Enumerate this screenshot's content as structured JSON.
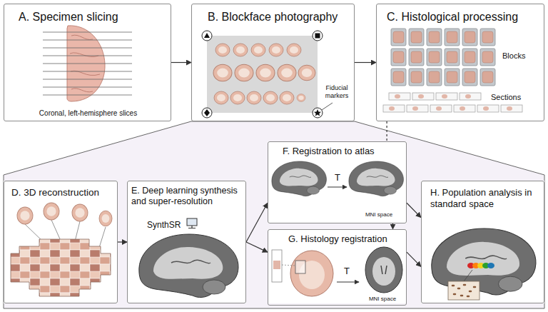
{
  "diagram": {
    "nodes": [
      {
        "text": [
          "A. Specimen slicing",
          "Coronal, left-hemisphere slices"
        ]
      },
      {
        "text": [
          "B. Blockface photography",
          "Fiducial markers"
        ]
      },
      {
        "text": [
          "C. Histological processing",
          "Blocks",
          "Sections"
        ]
      },
      {
        "text": [
          "D. 3D reconstruction"
        ]
      },
      {
        "text": [
          "E. Deep learning synthesis and super-resolution",
          "SynthSR"
        ]
      },
      {
        "text": [
          "F. Registration to atlas",
          "T",
          "MNI space"
        ]
      },
      {
        "text": [
          "G. Histology registration",
          "T",
          "MNI space"
        ]
      },
      {
        "text": [
          "H. Population analysis in standard space"
        ]
      }
    ],
    "edges": [
      {
        "from": 0,
        "to": 1,
        "arrow": "to"
      },
      {
        "from": 1,
        "to": 2,
        "arrow": "to"
      },
      {
        "from": 2,
        "to": 5,
        "arrow": "none"
      },
      {
        "from": 3,
        "to": 4,
        "arrow": "to"
      },
      {
        "from": 4,
        "to": 5,
        "arrow": "to"
      },
      {
        "from": 4,
        "to": 6,
        "arrow": "to"
      },
      {
        "from": 5,
        "to": 6,
        "arrow": "to"
      },
      {
        "from": 5,
        "to": 7,
        "arrow": "to"
      },
      {
        "from": 6,
        "to": 7,
        "arrow": "to"
      }
    ]
  }
}
